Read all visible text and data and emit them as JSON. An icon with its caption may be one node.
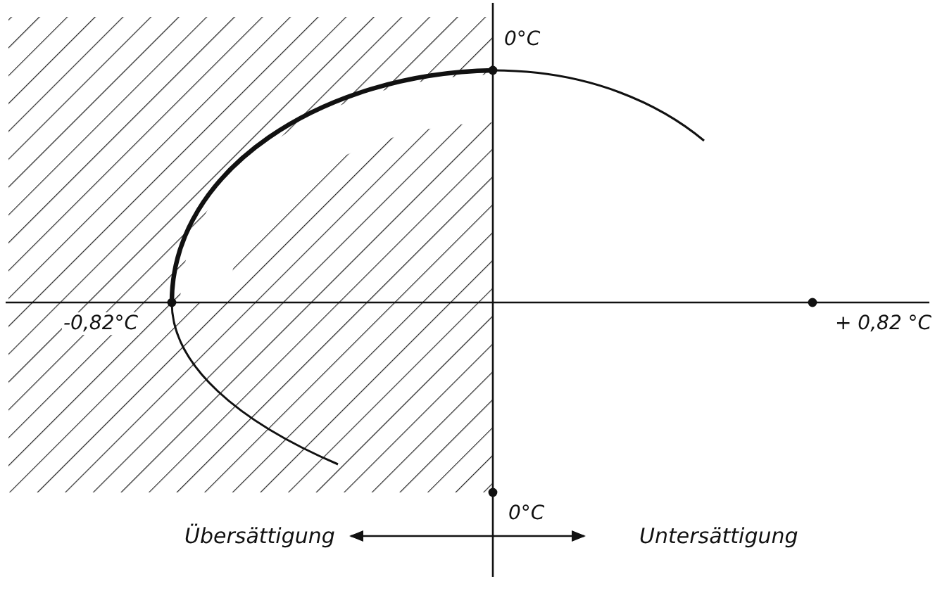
{
  "diagram": {
    "nodes": [
      {
        "text": [
          "Übersättigung"
        ]
      },
      {
        "text": [
          "Untersättigung"
        ]
      }
    ],
    "edges": [
      {
        "from": 0,
        "to": 1,
        "arrow": "both"
      }
    ],
    "labels": [
      "0°C",
      "-0,82°C",
      "+ 0,82 °C",
      "0°C"
    ]
  }
}
